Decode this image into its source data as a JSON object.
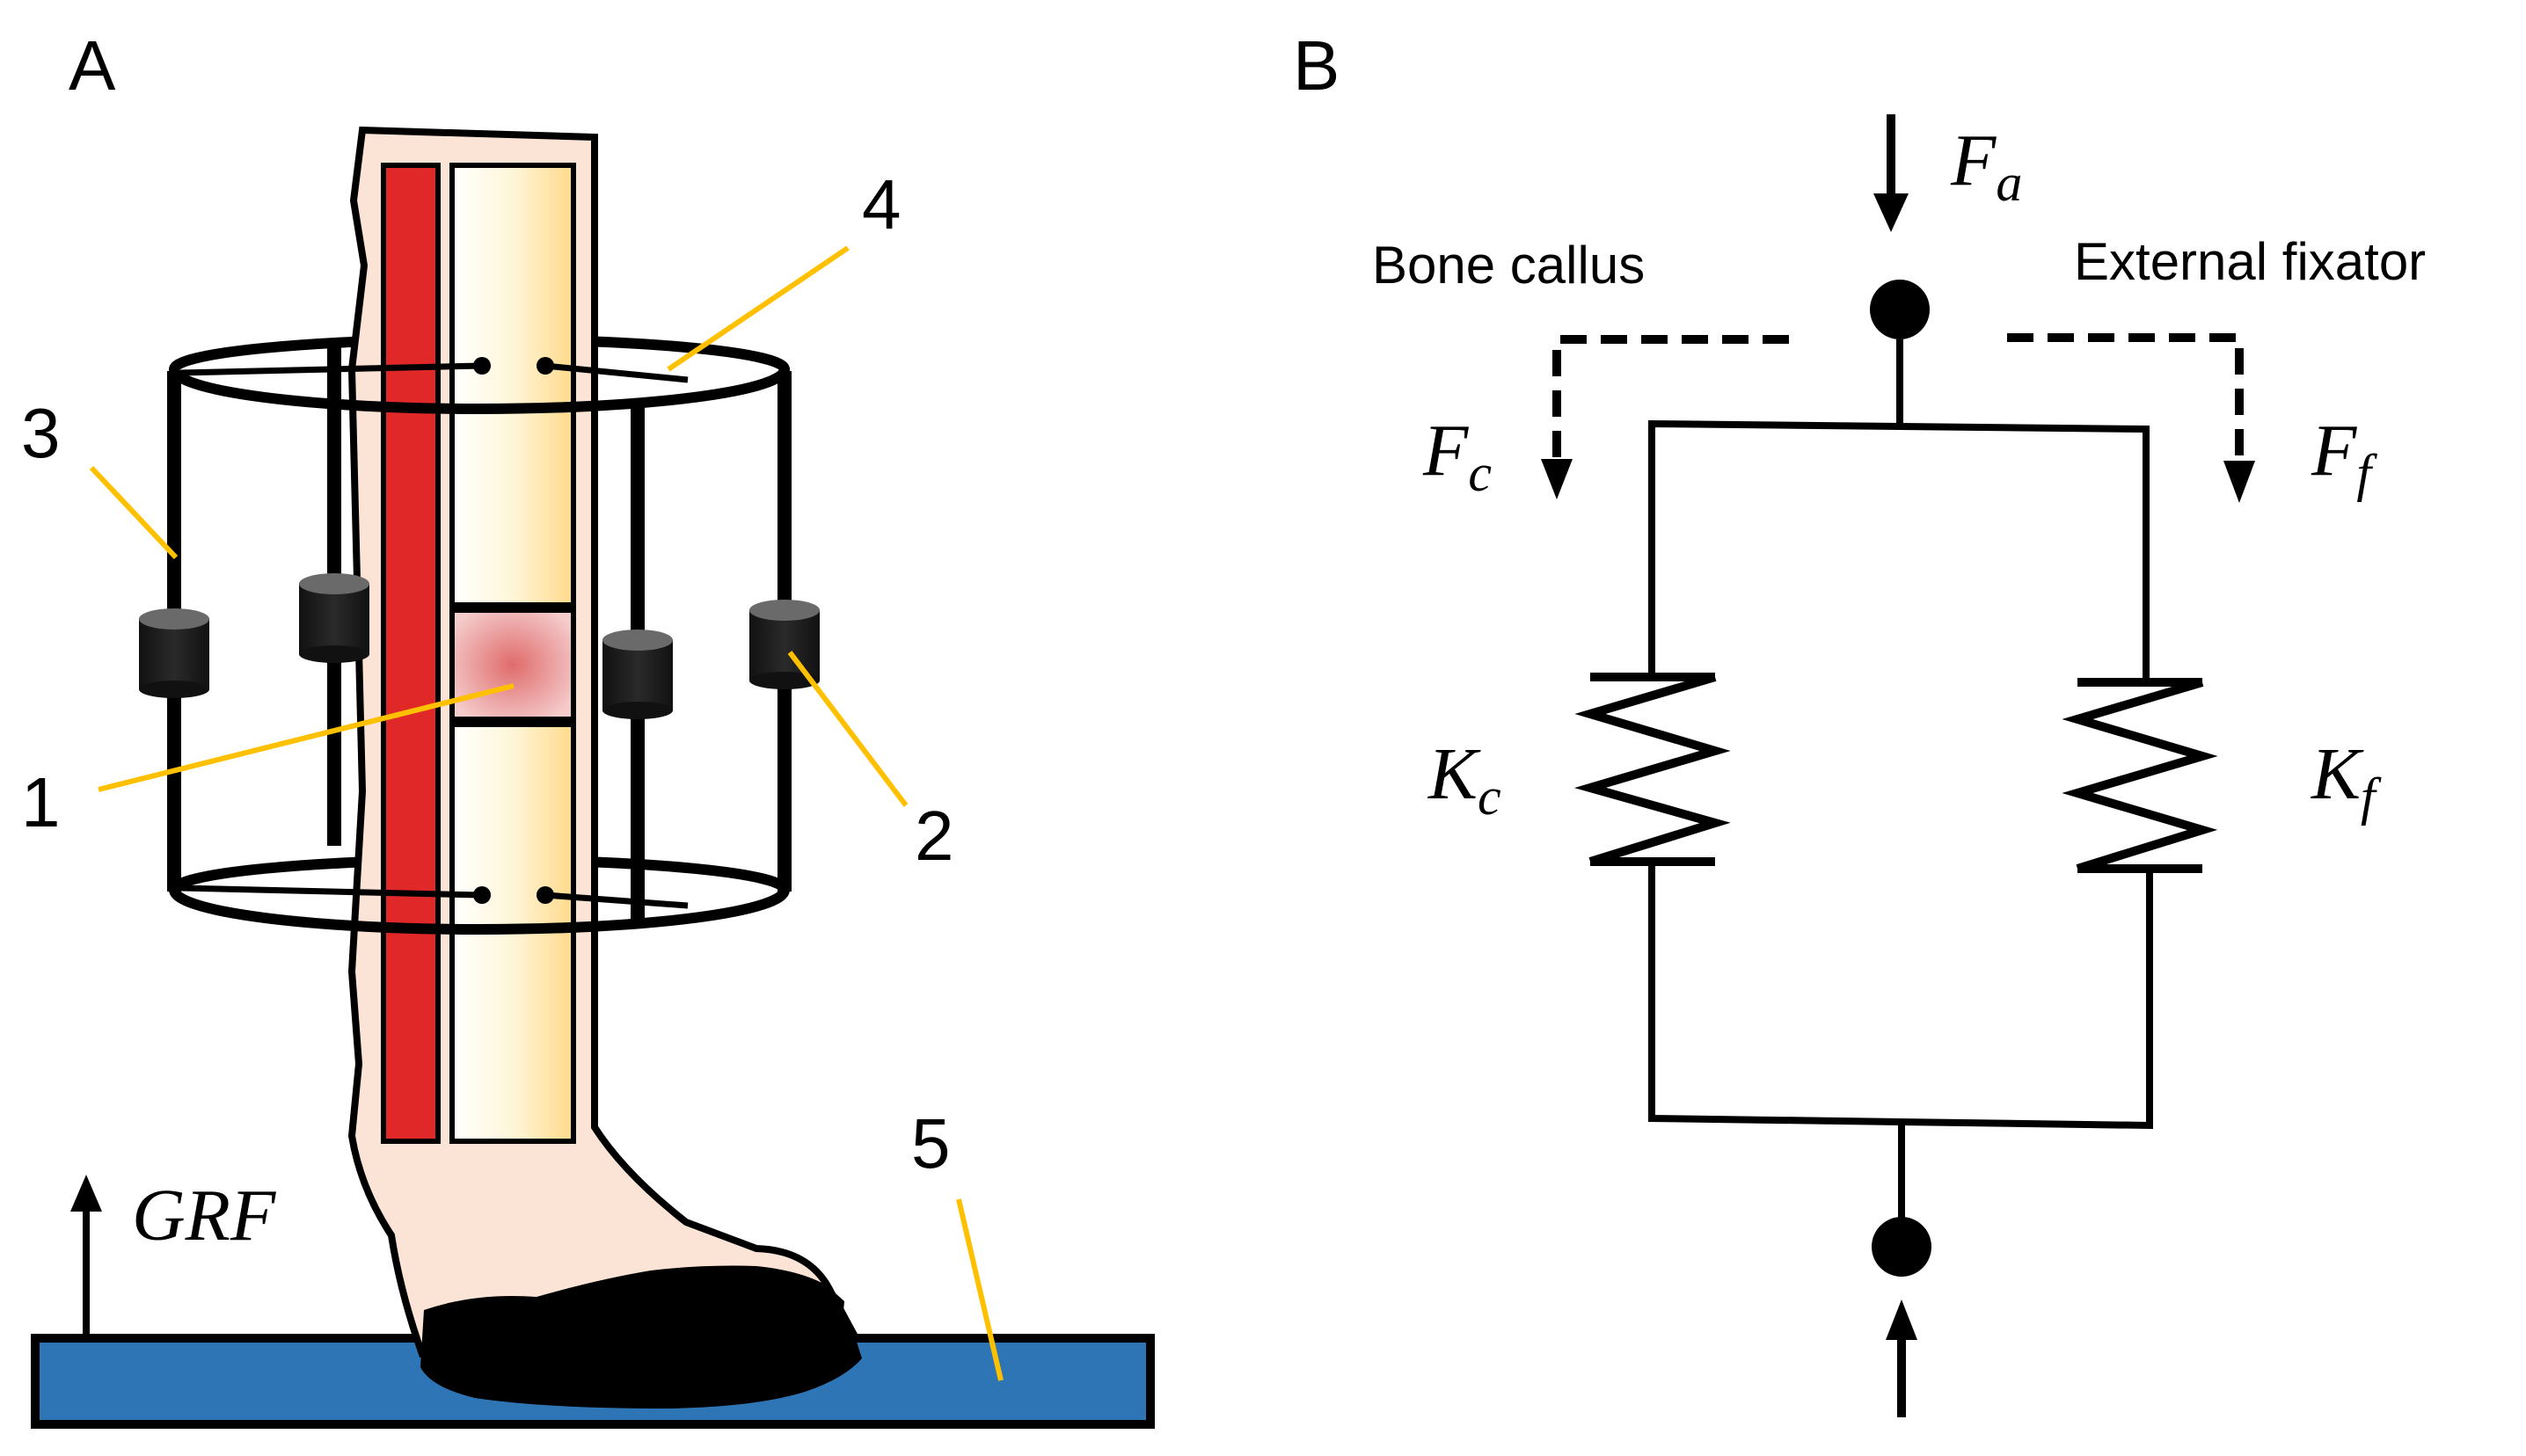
{
  "panel_a": {
    "label": "A",
    "callouts": [
      "1",
      "2",
      "3",
      "4",
      "5"
    ],
    "grf_label": "GRF"
  },
  "panel_b": {
    "label": "B",
    "bone_callus_label": "Bone callus",
    "external_fixator_label": "External fixator",
    "fa_base": "F",
    "fa_sub": "a",
    "fc_base": "F",
    "fc_sub": "c",
    "ff_base": "F",
    "ff_sub": "f",
    "kc_base": "K",
    "kc_sub": "c",
    "kf_base": "K",
    "kf_sub": "f"
  },
  "colors": {
    "skin": "#fbe4d6",
    "fibula": "#e02828",
    "bone": "#fff3c4",
    "callus": "#e98a8a",
    "ground": "#2e75b6",
    "leader": "#ffc000",
    "ink": "#000000"
  }
}
